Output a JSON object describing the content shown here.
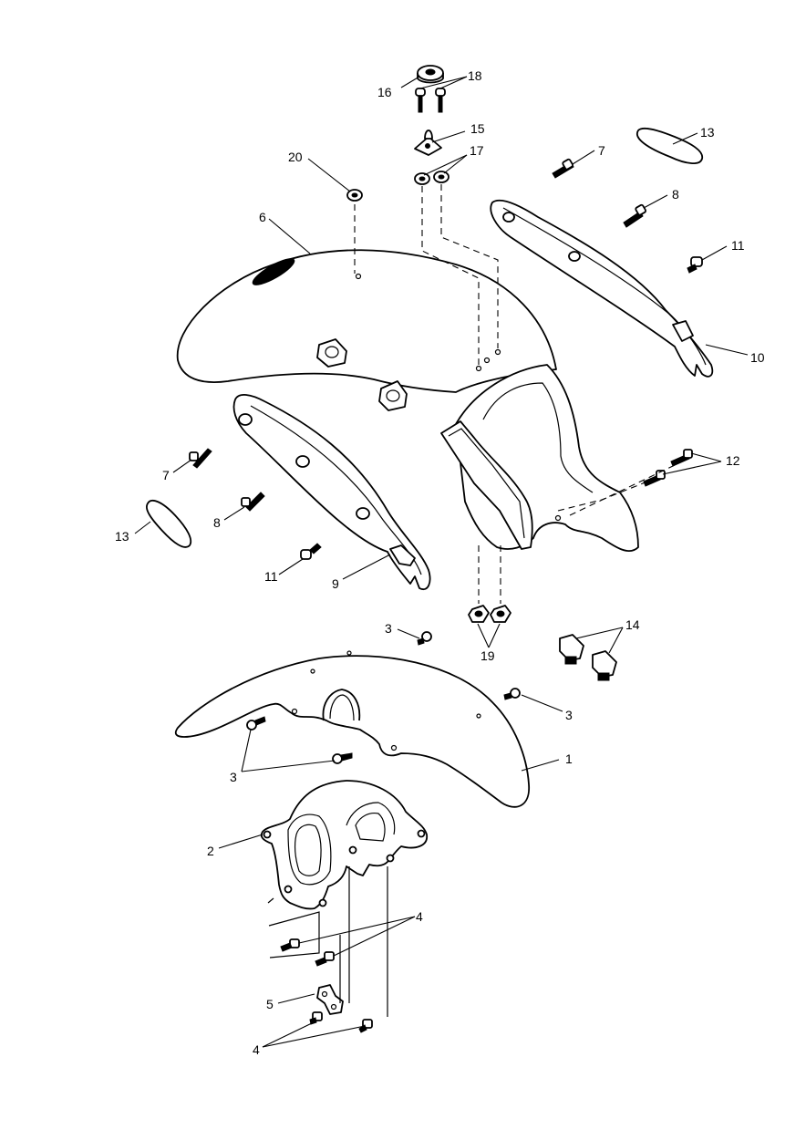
{
  "diagram": {
    "callouts": {
      "c1": "1",
      "c2": "2",
      "c3a": "3",
      "c3b": "3",
      "c3c": "3",
      "c4a": "4",
      "c4b": "4",
      "c5": "5",
      "c6": "6",
      "c7a": "7",
      "c7b": "7",
      "c8a": "8",
      "c8b": "8",
      "c9": "9",
      "c10": "10",
      "c11a": "11",
      "c11b": "11",
      "c12": "12",
      "c13a": "13",
      "c13b": "13",
      "c14": "14",
      "c15": "15",
      "c16": "16",
      "c17": "17",
      "c18": "18",
      "c19": "19",
      "c20": "20"
    }
  }
}
